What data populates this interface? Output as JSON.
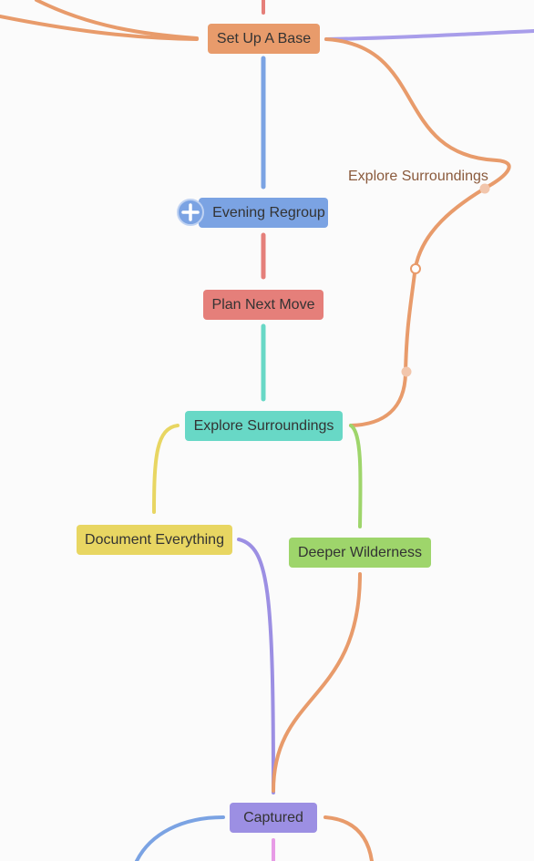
{
  "nodes": {
    "set_up_a_base": {
      "label": "Set Up A Base",
      "color": "#E89B6B"
    },
    "evening_regroup": {
      "label": "Evening Regroup",
      "color": "#7BA3E3"
    },
    "plan_next_move": {
      "label": "Plan Next Move",
      "color": "#E57F7A"
    },
    "explore_surroundings": {
      "label": "Explore Surroundings",
      "color": "#68D8C6"
    },
    "document_everything": {
      "label": "Document Everything",
      "color": "#E8D662"
    },
    "deeper_wilderness": {
      "label": "Deeper Wilderness",
      "color": "#9ED56B"
    },
    "captured": {
      "label": "Captured",
      "color": "#9C8FE3"
    }
  },
  "edge_labels": {
    "explore_surroundings": "Explore Surroundings"
  },
  "colors": {
    "orange": "#E89B6B",
    "blue": "#7BA3E3",
    "red": "#E57F7A",
    "teal": "#68D8C6",
    "yellow": "#E8D662",
    "green": "#9ED56B",
    "purple": "#9C8FE3",
    "pink": "#E79BE6",
    "background": "#FBFBFB"
  },
  "icons": {
    "expand": "plus-icon"
  }
}
